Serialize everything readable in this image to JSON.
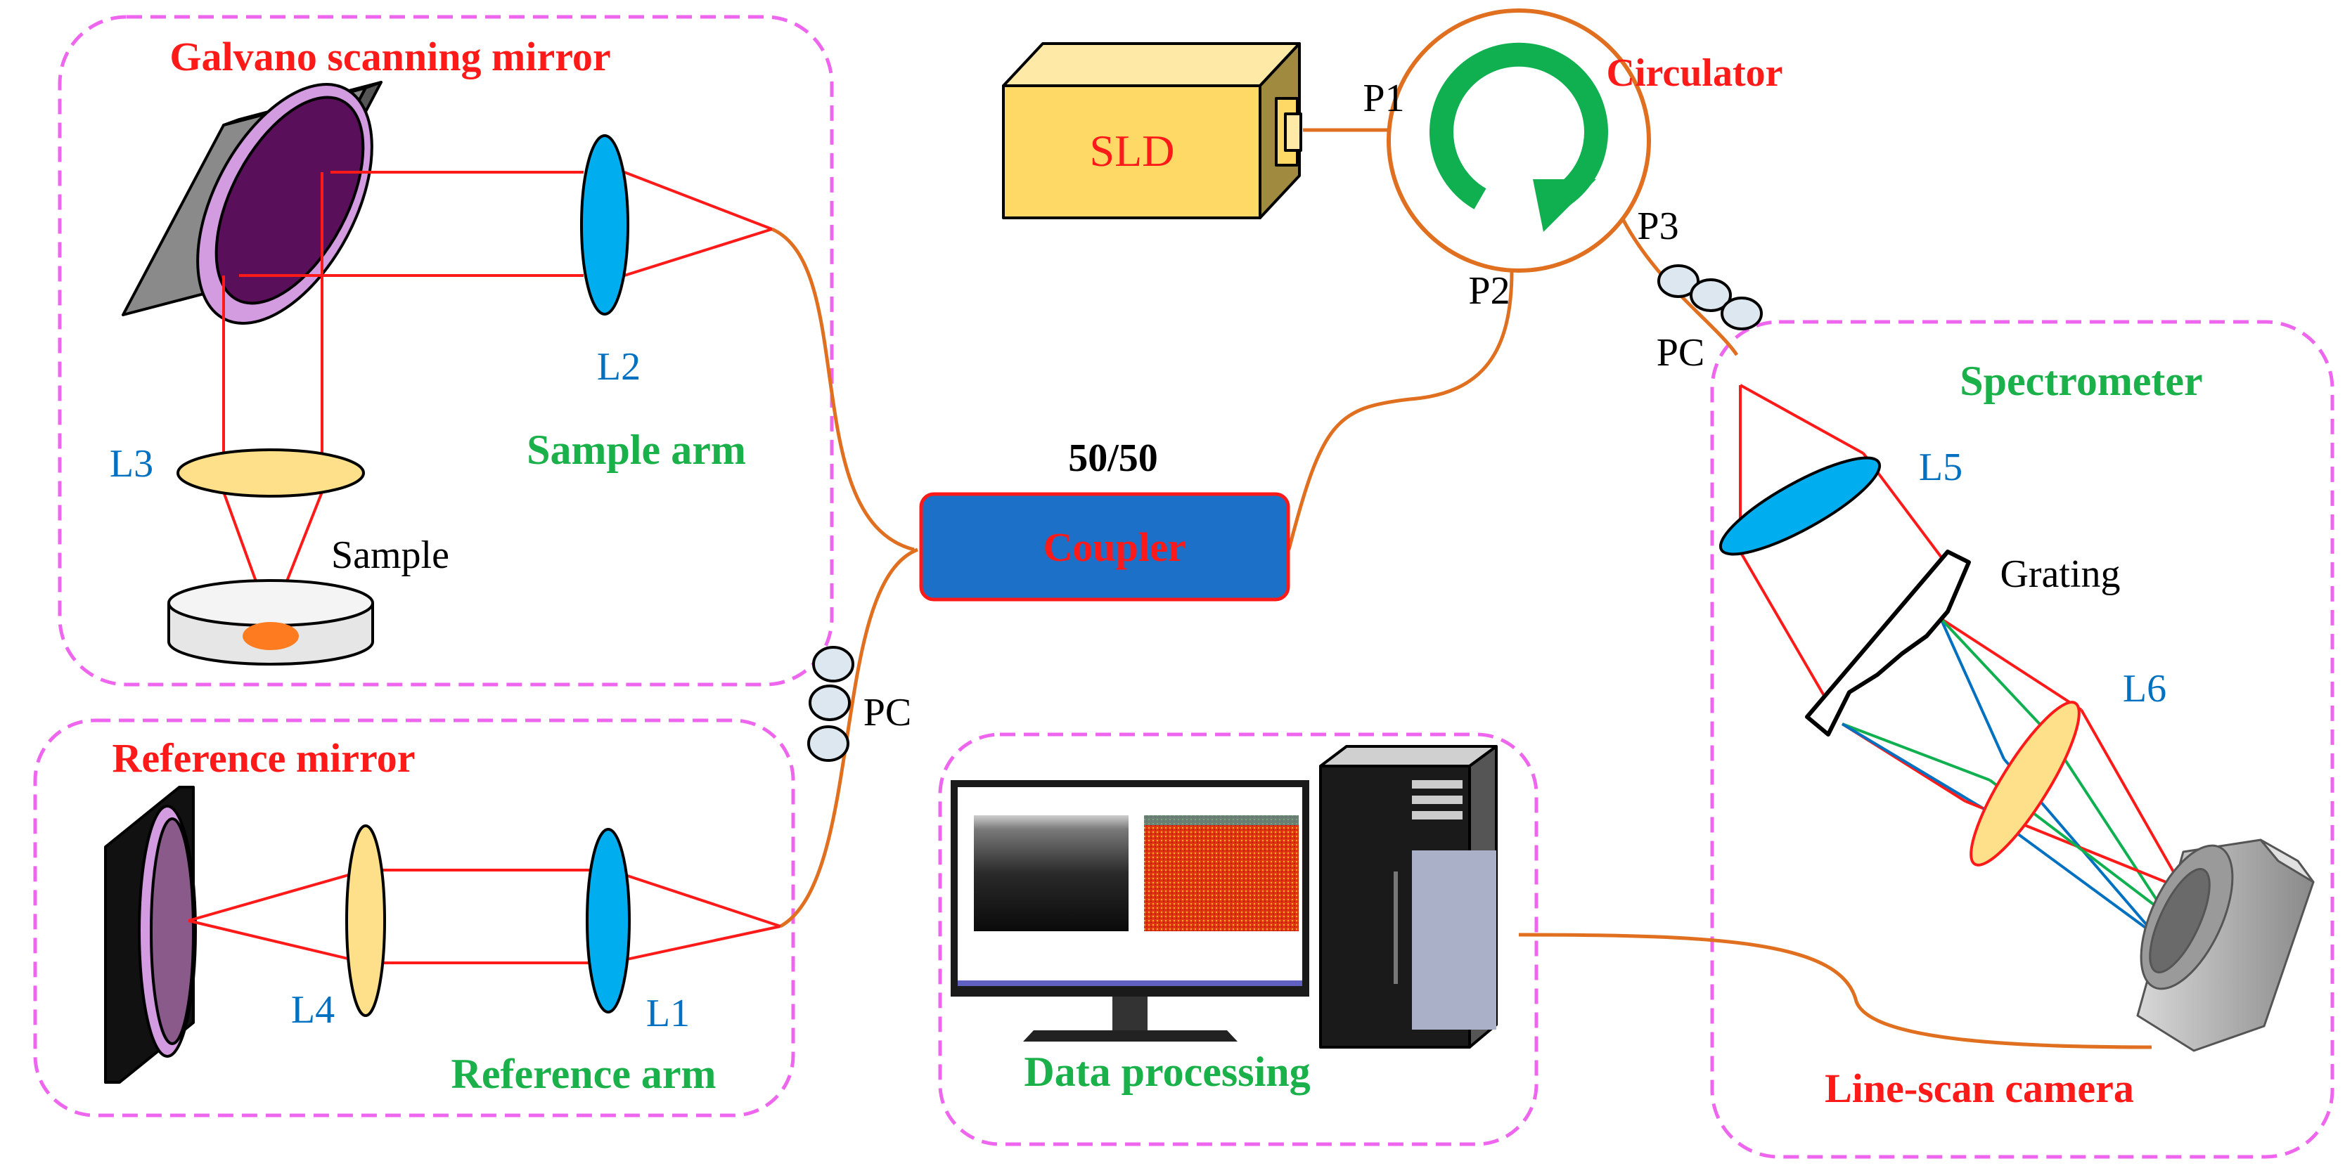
{
  "modules": {
    "sample_arm_title": "Galvano scanning mirror",
    "sample_arm_caption": "Sample arm",
    "reference_title": "Reference mirror",
    "reference_caption": "Reference arm",
    "spectrometer_title": "Spectrometer",
    "camera_caption": "Line-scan camera",
    "processing_caption": "Data processing"
  },
  "components": {
    "source": "SLD",
    "circulator": "Circulator",
    "coupler": "Coupler",
    "coupler_ratio": "50/50",
    "grating": "Grating",
    "sample": "Sample",
    "pc_top": "PC",
    "pc_bottom": "PC"
  },
  "ports": {
    "p1": "P1",
    "p2": "P2",
    "p3": "P3"
  },
  "lenses": {
    "l1": "L1",
    "l2": "L2",
    "l3": "L3",
    "l4": "L4",
    "l5": "L5",
    "l6": "L6"
  },
  "colors": {
    "title_red": "#ff1a1a",
    "caption_green": "#1ab04a",
    "lens_blue": "#0070c0",
    "fiber": "#e07020",
    "beam": "#ff1a1a",
    "box_border": "#ee66ee",
    "coupler_fill": "#1c70c8",
    "sld_fill": "#ffd966",
    "circulator_arrow": "#10b050"
  },
  "icons": {
    "source": "sld-box-icon",
    "circulator": "circulator-arrow-icon",
    "computer": "computer-tower-icon",
    "monitor": "monitor-icon",
    "camera": "line-scan-camera-icon"
  }
}
